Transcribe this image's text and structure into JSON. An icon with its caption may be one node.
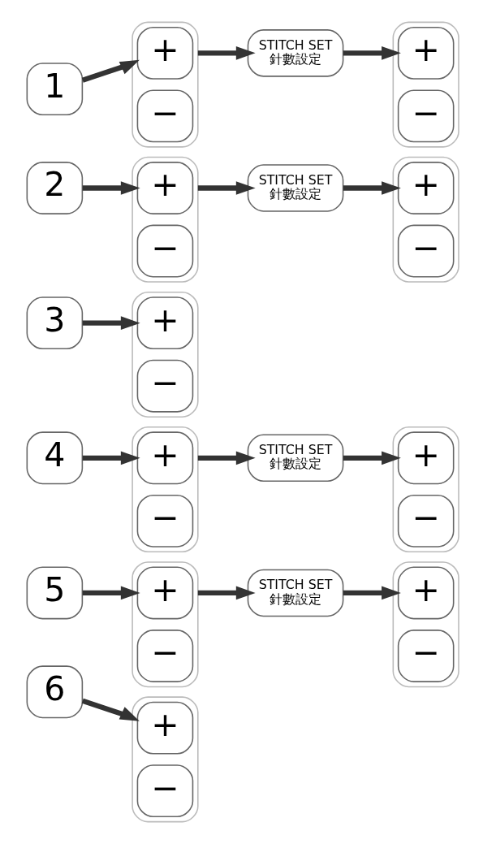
{
  "diagram": {
    "nodes": [
      {
        "text": [
          "1"
        ]
      },
      {
        "text": [],
        "shape": "box"
      },
      {
        "text": [
          "+"
        ],
        "in": 1
      },
      {
        "text": [
          "−"
        ],
        "in": 1
      },
      {
        "text": [
          "STITCH SET",
          "針數設定"
        ]
      },
      {
        "text": [],
        "shape": "box"
      },
      {
        "text": [
          "+"
        ],
        "in": 5
      },
      {
        "text": [
          "−"
        ],
        "in": 5
      },
      {
        "text": [
          "2"
        ]
      },
      {
        "text": [],
        "shape": "box"
      },
      {
        "text": [
          "+"
        ],
        "in": 9
      },
      {
        "text": [
          "−"
        ],
        "in": 9
      },
      {
        "text": [
          "STITCH SET",
          "針數設定"
        ]
      },
      {
        "text": [],
        "shape": "box"
      },
      {
        "text": [
          "+"
        ],
        "in": 13
      },
      {
        "text": [
          "−"
        ],
        "in": 13
      },
      {
        "text": [
          "3"
        ]
      },
      {
        "text": [],
        "shape": "box"
      },
      {
        "text": [
          "+"
        ],
        "in": 17
      },
      {
        "text": [
          "−"
        ],
        "in": 17
      },
      {
        "text": [
          "4"
        ]
      },
      {
        "text": [],
        "shape": "box"
      },
      {
        "text": [
          "+"
        ],
        "in": 21
      },
      {
        "text": [
          "−"
        ],
        "in": 21
      },
      {
        "text": [
          "STITCH SET",
          "針數設定"
        ]
      },
      {
        "text": [],
        "shape": "box"
      },
      {
        "text": [
          "+"
        ],
        "in": 25
      },
      {
        "text": [
          "−"
        ],
        "in": 25
      },
      {
        "text": [
          "5"
        ]
      },
      {
        "text": [],
        "shape": "box"
      },
      {
        "text": [
          "+"
        ],
        "in": 29
      },
      {
        "text": [
          "−"
        ],
        "in": 29
      },
      {
        "text": [
          "STITCH SET",
          "針數設定"
        ]
      },
      {
        "text": [],
        "shape": "box"
      },
      {
        "text": [
          "+"
        ],
        "in": 33
      },
      {
        "text": [
          "−"
        ],
        "in": 33
      },
      {
        "text": [
          "6"
        ]
      },
      {
        "text": [],
        "shape": "box"
      },
      {
        "text": [
          "+"
        ],
        "in": 37
      },
      {
        "text": [
          "−"
        ],
        "in": 37
      }
    ],
    "edges": [
      {
        "from": 0,
        "to": 1,
        "arrow": "to"
      },
      {
        "from": 1,
        "to": 4,
        "arrow": "to"
      },
      {
        "from": 4,
        "to": 5,
        "arrow": "to"
      },
      {
        "from": 8,
        "to": 9,
        "arrow": "to"
      },
      {
        "from": 9,
        "to": 12,
        "arrow": "to"
      },
      {
        "from": 12,
        "to": 13,
        "arrow": "to"
      },
      {
        "from": 16,
        "to": 17,
        "arrow": "to"
      },
      {
        "from": 20,
        "to": 21,
        "arrow": "to"
      },
      {
        "from": 21,
        "to": 24,
        "arrow": "to"
      },
      {
        "from": 24,
        "to": 25,
        "arrow": "to"
      },
      {
        "from": 28,
        "to": 29,
        "arrow": "to"
      },
      {
        "from": 29,
        "to": 32,
        "arrow": "to"
      },
      {
        "from": 32,
        "to": 33,
        "arrow": "to"
      },
      {
        "from": 36,
        "to": 37,
        "arrow": "to"
      }
    ]
  }
}
